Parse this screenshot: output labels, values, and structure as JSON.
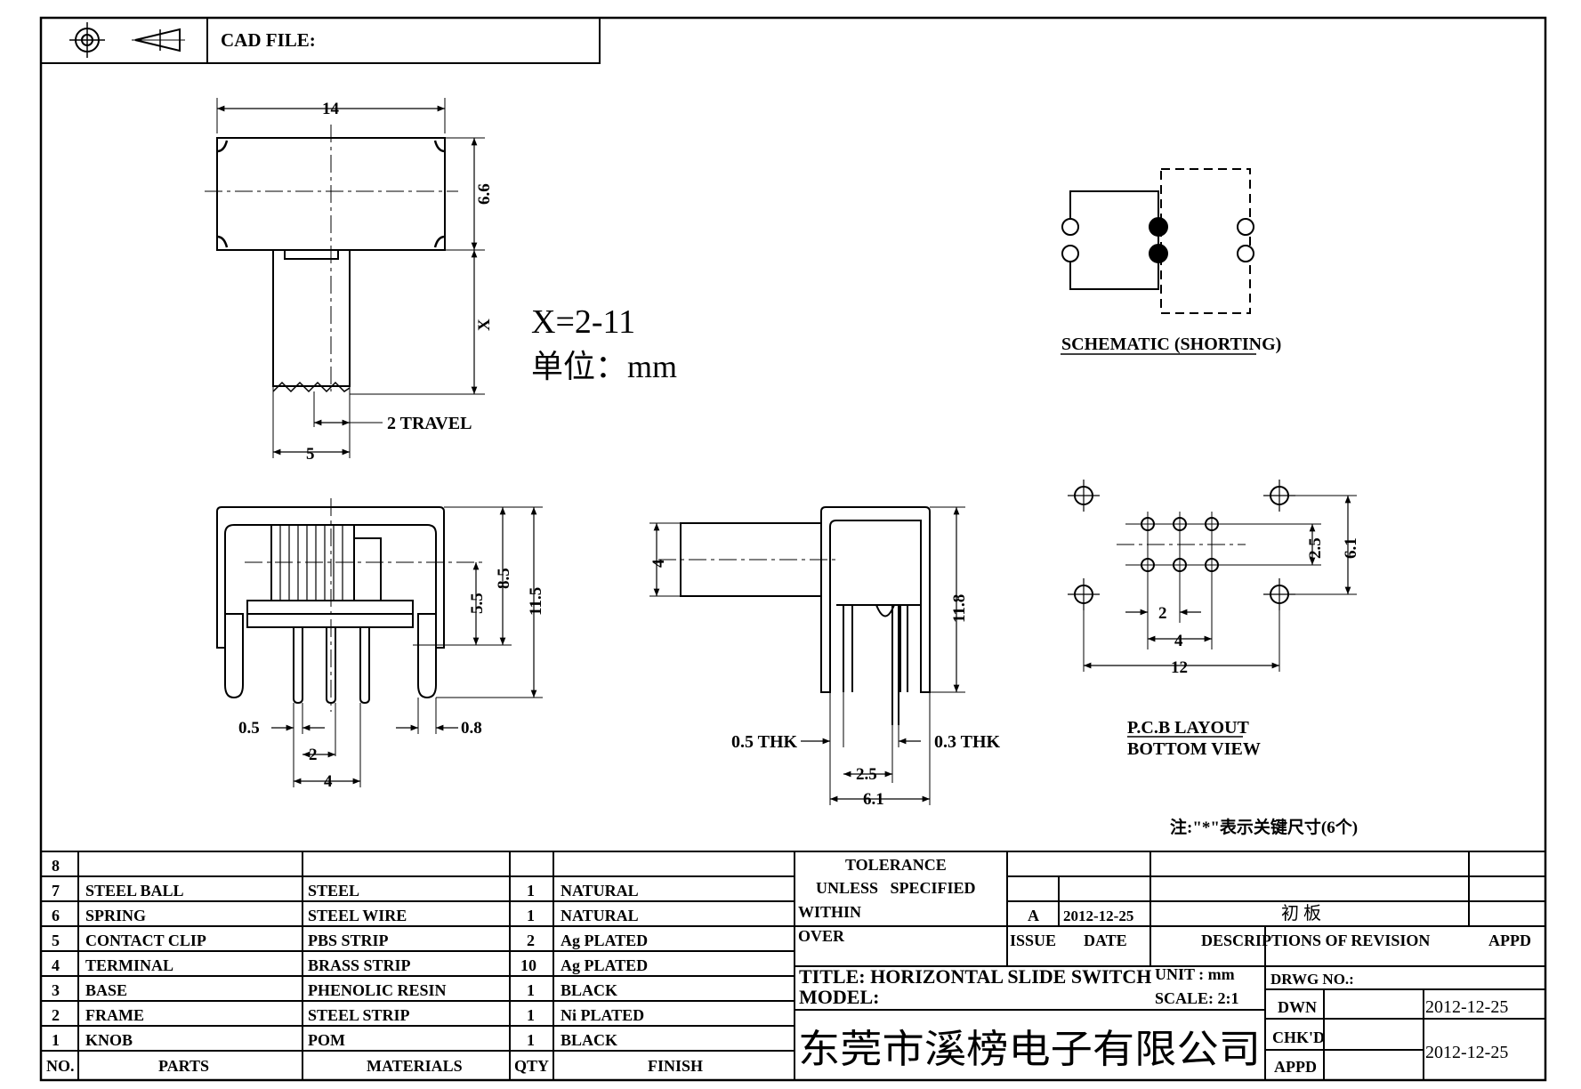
{
  "header": {
    "cad_file_label": "CAD FILE:",
    "projection_icon": "third-angle-projection-icon"
  },
  "top_view": {
    "width_dim": "14",
    "height_dim": "6.6",
    "stem_dim": "X",
    "knob_dim": "5",
    "travel_label": "2 TRAVEL"
  },
  "notes": {
    "x_range": "X=2-11",
    "unit": "单位：mm",
    "key_dims": "注:\"*\"表示关键尺寸(6个)"
  },
  "schematic": {
    "title": "SCHEMATIC (SHORTING)"
  },
  "front_view": {
    "dim_5_5": "5.5",
    "dim_8_5": "8.5",
    "dim_11_5": "11.5",
    "dim_0_5": "0.5",
    "dim_0_8": "0.8",
    "dim_2": "2",
    "dim_4": "4"
  },
  "side_view": {
    "dim_4": "4",
    "dim_11_8": "11.8",
    "thk_left": "0.5 THK",
    "thk_right": "0.3 THK",
    "dim_2_5": "2.5",
    "dim_6_1": "6.1"
  },
  "pcb": {
    "dim_2_5": "2.5",
    "dim_6_1": "6.1",
    "dim_2": "2",
    "dim_4": "4",
    "dim_12": "12",
    "title": "P.C.B LAYOUT",
    "subtitle": "BOTTOM VIEW"
  },
  "bom": {
    "headers": {
      "no": "NO.",
      "parts": "PARTS",
      "materials": "MATERIALS",
      "qty": "QTY",
      "finish": "FINISH"
    },
    "rows": [
      {
        "no": "8",
        "part": "",
        "material": "",
        "qty": "",
        "finish": ""
      },
      {
        "no": "7",
        "part": "STEEL BALL",
        "material": "STEEL",
        "qty": "1",
        "finish": "NATURAL"
      },
      {
        "no": "6",
        "part": "SPRING",
        "material": "STEEL WIRE",
        "qty": "1",
        "finish": "NATURAL"
      },
      {
        "no": "5",
        "part": "CONTACT CLIP",
        "material": "PBS STRIP",
        "qty": "2",
        "finish": "Ag PLATED"
      },
      {
        "no": "4",
        "part": "TERMINAL",
        "material": "BRASS STRIP",
        "qty": "10",
        "finish": "Ag PLATED"
      },
      {
        "no": "3",
        "part": "BASE",
        "material": "PHENOLIC RESIN",
        "qty": "1",
        "finish": "BLACK"
      },
      {
        "no": "2",
        "part": "FRAME",
        "material": "STEEL STRIP",
        "qty": "1",
        "finish": "Ni PLATED"
      },
      {
        "no": "1",
        "part": "KNOB",
        "material": "POM",
        "qty": "1",
        "finish": "BLACK"
      }
    ]
  },
  "title_block": {
    "tolerance": "TOLERANCE",
    "unless_specified": "UNLESS   SPECIFIED",
    "within": "WITHIN",
    "over": "OVER",
    "rev_issue": "A",
    "rev_date": "2012-12-25",
    "rev_desc": "初 板",
    "issue_label": "ISSUE",
    "date_label": "DATE",
    "desc_label": "DESCRIPTIONS OF REVISION",
    "appd_label": "APPD",
    "title": "TITLE: HORIZONTAL SLIDE SWITCH",
    "unit": "UNIT : mm",
    "drwg_no": "DRWG NO.:",
    "model": "MODEL:",
    "scale": "SCALE: 2:1",
    "dwn_label": "DWN",
    "dwn_date": "2012-12-25",
    "chkd_label": "CHK'D",
    "appd2_label": "APPD",
    "chk_date": "2012-12-25",
    "company": "东莞市溪榜电子有限公司"
  }
}
